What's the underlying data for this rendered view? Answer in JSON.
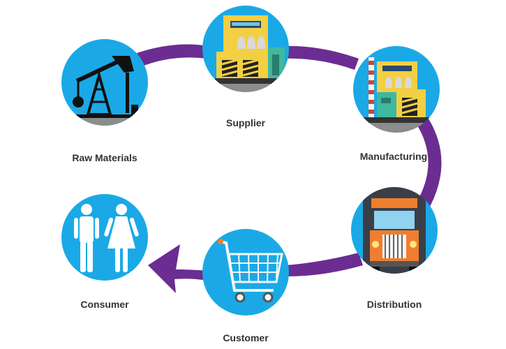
{
  "colors": {
    "circle": "#1AA9E6",
    "arrow": "#6B2D91",
    "ground": "#8A8C8E",
    "label_text": "#333333"
  },
  "stages": [
    {
      "id": "raw-materials",
      "label": "Raw Materials",
      "icon": "oil-pump-icon"
    },
    {
      "id": "supplier",
      "label": "Supplier",
      "icon": "factory-icon"
    },
    {
      "id": "manufacturing",
      "label": "Manufacturing",
      "icon": "manufacturing-plant-icon"
    },
    {
      "id": "distribution",
      "label": "Distribution",
      "icon": "truck-icon"
    },
    {
      "id": "customer",
      "label": "Customer",
      "icon": "shopping-cart-icon"
    },
    {
      "id": "consumer",
      "label": "Consumer",
      "icon": "people-icon"
    }
  ]
}
